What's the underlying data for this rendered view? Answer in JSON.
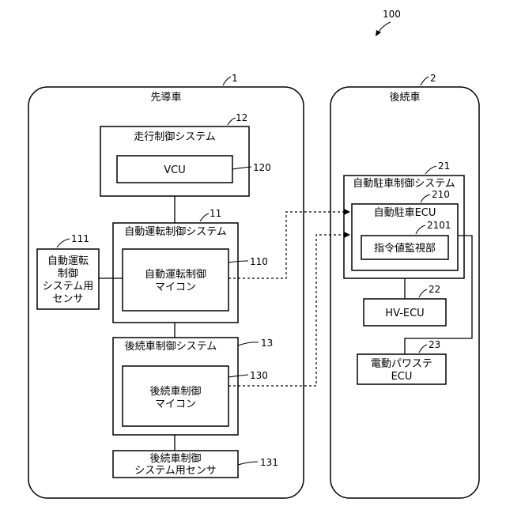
{
  "figure_ref": "100",
  "lead_vehicle": {
    "title": "先導車",
    "ref": "1",
    "travel_control_system": {
      "label": "走行制御システム",
      "ref": "12"
    },
    "vcu": {
      "label": "VCU",
      "ref": "120"
    },
    "autonomous_driving_system": {
      "label": "自動運転制御システム",
      "ref": "11"
    },
    "autonomous_driving_microcomputer": {
      "line1": "自動運転制御",
      "line2": "マイコン",
      "ref": "110"
    },
    "autonomous_driving_sensor": {
      "line1": "自動運転",
      "line2": "制御",
      "line3": "システム用",
      "line4": "センサ",
      "ref": "111"
    },
    "following_vehicle_control_system": {
      "label": "後続車制御システム",
      "ref": "13"
    },
    "following_vehicle_microcomputer": {
      "line1": "後続車制御",
      "line2": "マイコン",
      "ref": "130"
    },
    "following_vehicle_sensor": {
      "line1": "後続車制御",
      "line2": "システム用センサ",
      "ref": "131"
    }
  },
  "following_vehicle": {
    "title": "後続車",
    "ref": "2",
    "automatic_parking_system": {
      "label": "自動駐車制御システム",
      "ref": "21"
    },
    "automatic_parking_ecu": {
      "label": "自動駐車ECU",
      "ref": "210"
    },
    "command_value_monitor": {
      "label": "指令値監視部",
      "ref": "2101"
    },
    "hv_ecu": {
      "label": "HV-ECU",
      "ref": "22"
    },
    "eps_ecu": {
      "line1": "電動パワステ",
      "line2": "ECU",
      "ref": "23"
    }
  }
}
